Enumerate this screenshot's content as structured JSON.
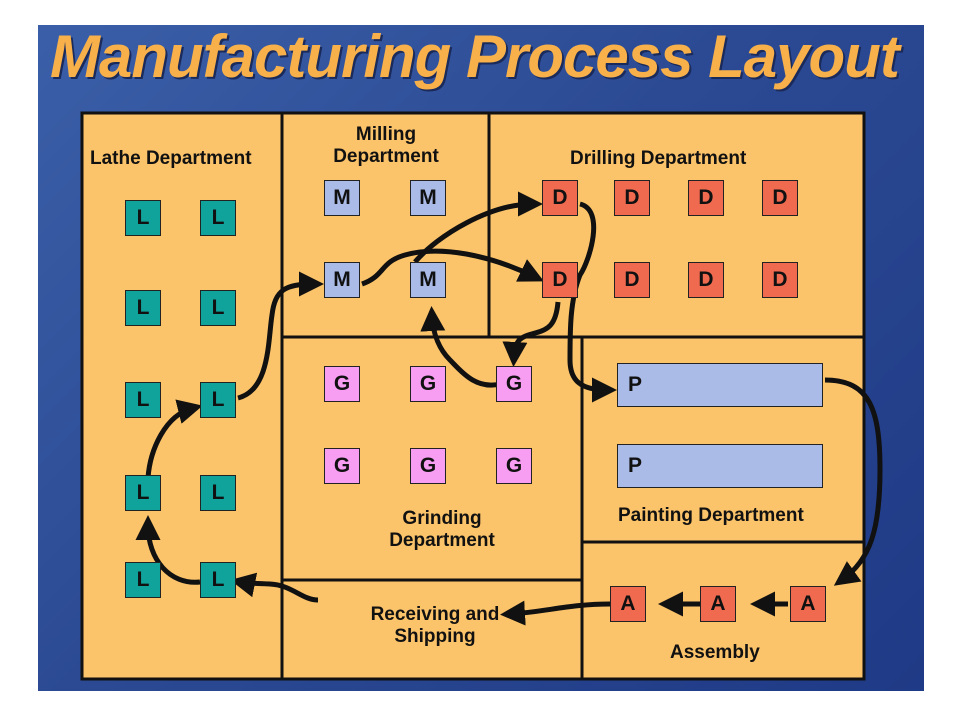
{
  "title": "Manufacturing Process Layout",
  "departments": {
    "lathe": "Lathe Department",
    "milling_line1": "Milling",
    "milling_line2": "Department",
    "drilling": "Drilling Department",
    "grinding_line1": "Grinding",
    "grinding_line2": "Department",
    "painting": "Painting Department",
    "receiving_line1": "Receiving and",
    "receiving_line2": "Shipping",
    "assembly": "Assembly"
  },
  "machines": {
    "lathe": "L",
    "milling": "M",
    "drilling": "D",
    "grinding": "G",
    "painting": "P",
    "assembly": "A"
  },
  "colors": {
    "floor": "#fcc46a",
    "lathe": "#10a39b",
    "milling": "#aabbe8",
    "drilling": "#f06a50",
    "grinding": "#f79df2",
    "painting": "#aabbe8",
    "assembly": "#f06a50",
    "title": "#f7b04a"
  }
}
